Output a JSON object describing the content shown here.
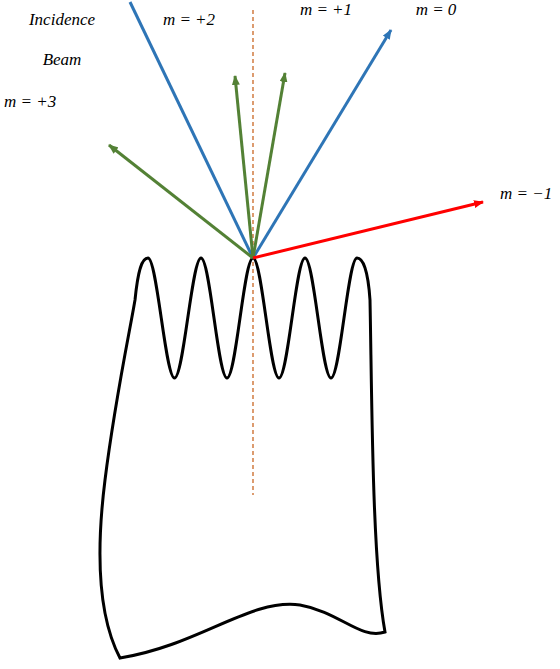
{
  "diagram": {
    "labels": [
      "Incidence Beam",
      "m = +2",
      "m = +1",
      "m = 0",
      "m = +3",
      "m = −1"
    ]
  }
}
